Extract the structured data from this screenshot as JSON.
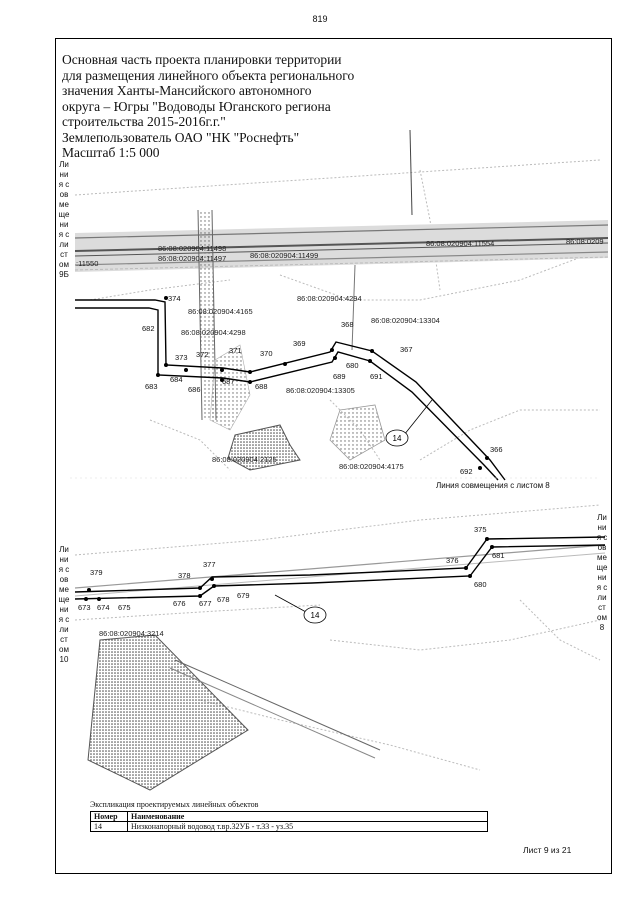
{
  "page_number": "819",
  "title_lines": [
    "Основная часть проекта планировки территории",
    "для размещения линейного объекта регионального",
    "значения Ханты-Мансийского автономного",
    "округа – Югры \"Водоводы Юганского региона",
    "строительства 2015-2016г.г.\"",
    "Землепользователь ОАО \"НК \"Роснефть\"",
    "Масштаб 1:5 000"
  ],
  "left_match_top": "Линия совмещения с листом 9Б",
  "left_match_bottom": "Линия совмещения с листом 10",
  "right_match_bottom": "Линия совмещения с листом 8",
  "center_match_line": "Линия совмещения с листом 8",
  "parcels_top": [
    "86:08:020904:11498",
    "86:08:020904:11497",
    "86:08:020904:11499",
    "86:08:020904:11554",
    "86:08:0209",
    ":11550",
    "86:08:020904:4165",
    "86:08:020904:4294",
    "86:08:020904:4298",
    "86:08:020904:13304",
    "86:08:020904:13305",
    "86:08:020904:2125",
    "86:08:020904:4175"
  ],
  "points_top": [
    "374",
    "682",
    "373",
    "372",
    "371",
    "370",
    "369",
    "368",
    "367",
    "680",
    "689",
    "691",
    "683",
    "684",
    "686",
    "687",
    "688",
    "366",
    "692"
  ],
  "points_bottom": [
    "375",
    "681",
    "376",
    "680",
    "379",
    "378",
    "377",
    "673",
    "674",
    "675",
    "676",
    "677",
    "678",
    "679"
  ],
  "parcel_bottom": "86:08:020904:3214",
  "object_marker": "14",
  "legend": {
    "caption": "Экспликация проектируемых линейных объектов",
    "headers": [
      "Номер",
      "Наименование"
    ],
    "rows": [
      [
        "14",
        "Низконапорный водовод т.вр.32УБ - т.33 - уз.35"
      ]
    ]
  },
  "sheet_label": "Лист 9 из 21",
  "colors": {
    "line": "#000000",
    "road_fill": "#d8d8d8",
    "hatch": "#555555"
  }
}
